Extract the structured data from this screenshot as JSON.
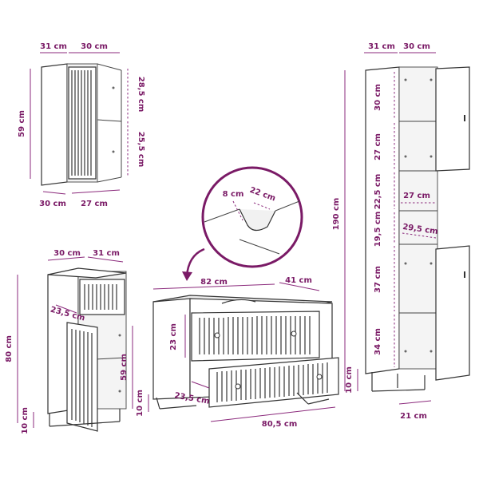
{
  "labels": {
    "wall_depth": "31 cm",
    "wall_width": "30 cm",
    "wall_height": "59 cm",
    "wall_shelf_top": "28,5 cm",
    "wall_shelf_bottom": "25,5 cm",
    "wall_bottom_depth": "30 cm",
    "wall_bottom_width": "27 cm",
    "detail_a": "8 cm",
    "detail_b": "22 cm",
    "tall_depth": "31 cm",
    "tall_width": "30 cm",
    "tall_height": "190 cm",
    "tall_s1": "30 cm",
    "tall_s2": "27 cm",
    "tall_s3": "22,5 cm",
    "tall_s4": "19,5 cm",
    "tall_s5": "37 cm",
    "tall_s6": "34 cm",
    "tall_inner_w": "27 cm",
    "tall_inner_d": "29,5 cm",
    "tall_leg": "10 cm",
    "tall_base": "21 cm",
    "base_width": "30 cm",
    "base_depth": "31 cm",
    "base_drawer": "23,5 cm",
    "base_height": "80 cm",
    "base_inner": "59 cm",
    "base_leg": "10 cm",
    "vanity_width": "82 cm",
    "vanity_depth": "41 cm",
    "vanity_drawer_h": "23 cm",
    "vanity_drawer_d": "23,5 cm",
    "vanity_bottom_w": "80,5 cm",
    "vanity_leg": "10 cm"
  },
  "colors": {
    "dimension": "#7a1a66",
    "outline": "#333333"
  }
}
